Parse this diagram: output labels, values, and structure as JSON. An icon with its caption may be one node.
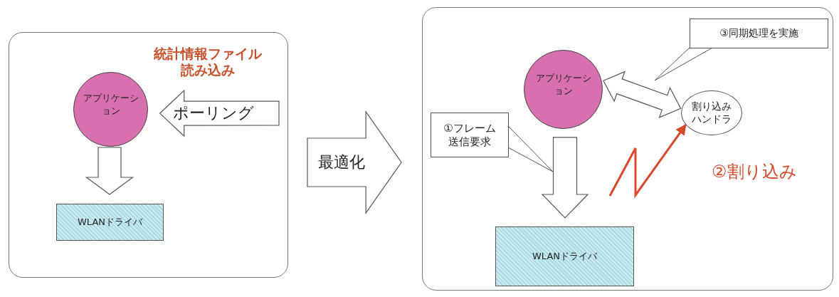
{
  "diagram": {
    "nodes": [
      {
        "text": [],
        "shape": "box"
      },
      {
        "text": [
          "アプリケーション"
        ],
        "in": 0
      },
      {
        "text": [
          "WLANドライバ"
        ],
        "in": 0
      },
      {
        "text": [],
        "shape": "box"
      },
      {
        "text": [
          "アプリケーション"
        ],
        "in": 3
      },
      {
        "text": [
          "WLANドライバ"
        ],
        "in": 3
      },
      {
        "text": [
          "割り込みハンドラ"
        ],
        "in": 3
      },
      {
        "text": [
          "①フレーム送信要求"
        ],
        "in": 3
      },
      {
        "text": [
          "③同期処理を実施"
        ],
        "in": 3
      }
    ],
    "edges": [
      {
        "from": null,
        "to": 1,
        "arrow": "to",
        "label": "ポーリング"
      },
      {
        "from": 1,
        "to": 2,
        "arrow": "to"
      },
      {
        "from": 0,
        "to": 3,
        "arrow": "to",
        "label": "最適化"
      },
      {
        "from": 4,
        "to": 5,
        "arrow": "to"
      },
      {
        "from": 4,
        "to": 6,
        "arrow": "both"
      },
      {
        "from": null,
        "to": 6,
        "arrow": "to",
        "label": "②割り込み",
        "color": "#d9482b",
        "style": "thick"
      },
      {
        "from": 7,
        "to": null,
        "arrow": "none"
      },
      {
        "from": 8,
        "to": null,
        "arrow": "none"
      }
    ],
    "labels": [
      "統計情報ファイル読み込み"
    ]
  }
}
